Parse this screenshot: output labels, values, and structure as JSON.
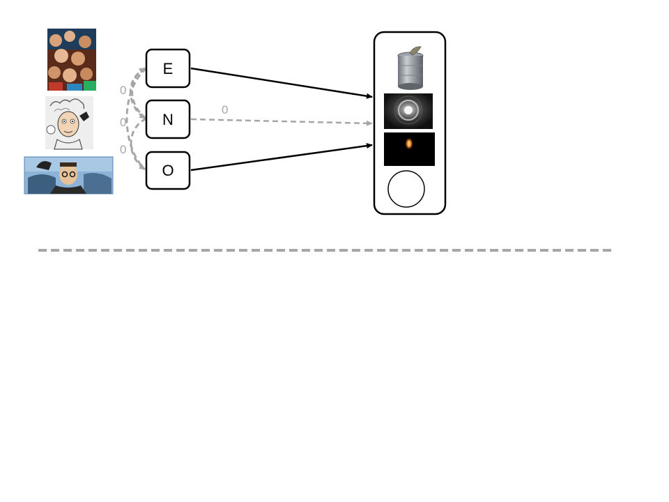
{
  "diagram": {
    "nodes": [
      {
        "id": "E",
        "label": "E"
      },
      {
        "id": "N",
        "label": "N"
      },
      {
        "id": "O",
        "label": "O"
      }
    ],
    "weights": {
      "w1": "0",
      "w2": "0",
      "w3": "0",
      "w4": "0"
    },
    "input_images": [
      "crowd-of-people-photo",
      "stressed-man-cartoon",
      "man-with-hat-painting"
    ],
    "output_images": [
      "tin-can-photo",
      "tunnel-light-photo",
      "candle-in-dark-photo",
      "empty-circle"
    ],
    "colors": {
      "solid_edge": "#000000",
      "dashed_edge": "#a6a6a6",
      "divider": "#a6a6a6",
      "node_border": "#000000"
    }
  }
}
